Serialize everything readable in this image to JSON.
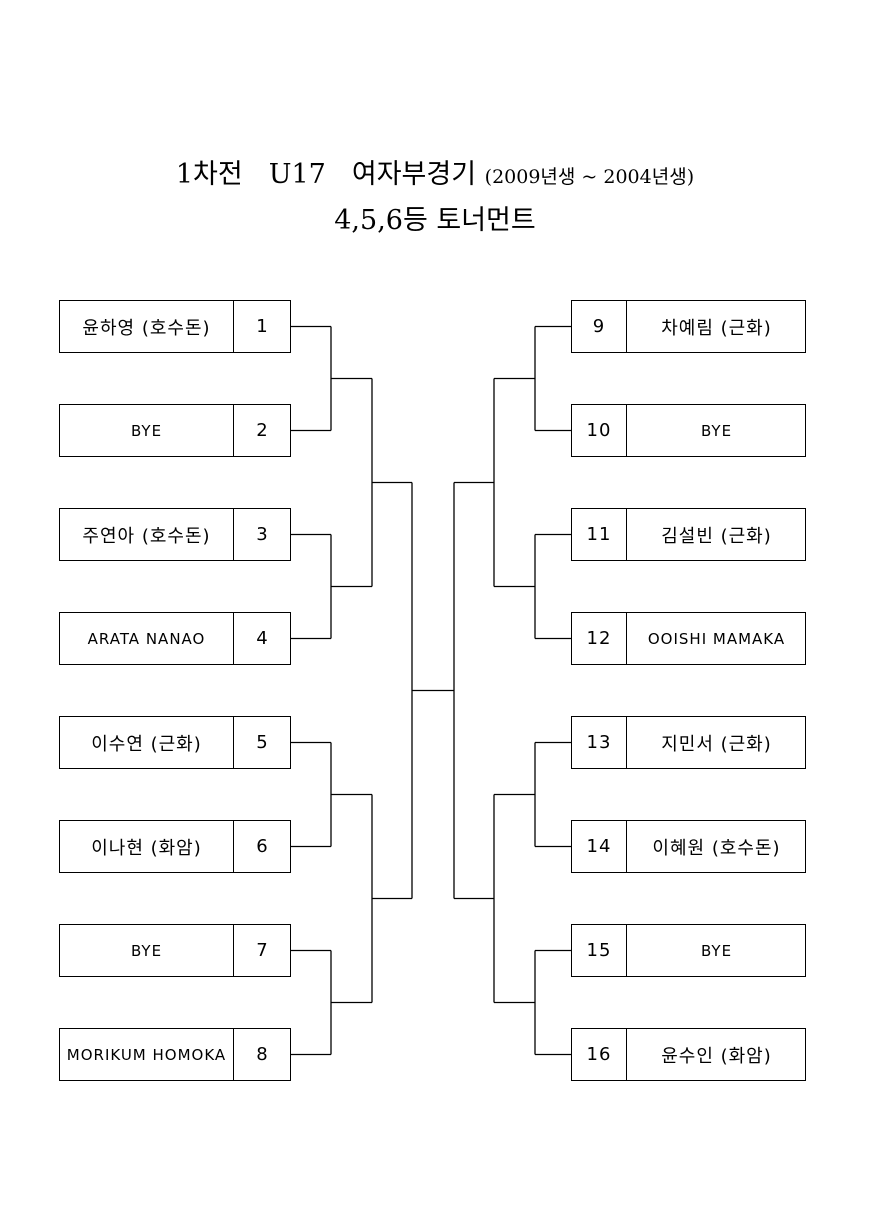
{
  "title": {
    "line1_main": [
      "1차전",
      "U17",
      "여자부경기"
    ],
    "line1_years": "(2009년생 ~ 2004년생)",
    "line2": "4,5,6등 토너먼트"
  },
  "left_entries": [
    {
      "seed": "1",
      "name": "윤하영 (호수돈)"
    },
    {
      "seed": "2",
      "name": "BYE"
    },
    {
      "seed": "3",
      "name": "주연아 (호수돈)"
    },
    {
      "seed": "4",
      "name": "ARATA NANAO"
    },
    {
      "seed": "5",
      "name": "이수연 (근화)"
    },
    {
      "seed": "6",
      "name": "이나현 (화암)"
    },
    {
      "seed": "7",
      "name": "BYE"
    },
    {
      "seed": "8",
      "name": "MORIKUM HOMOKA"
    }
  ],
  "right_entries": [
    {
      "seed": "9",
      "name": "차예림 (근화)"
    },
    {
      "seed": "10",
      "name": "BYE"
    },
    {
      "seed": "11",
      "name": "김설빈 (근화)"
    },
    {
      "seed": "12",
      "name": "OOISHI MAMAKA"
    },
    {
      "seed": "13",
      "name": "지민서 (근화)"
    },
    {
      "seed": "14",
      "name": "이혜원 (호수돈)"
    },
    {
      "seed": "15",
      "name": "BYE"
    },
    {
      "seed": "16",
      "name": "윤수인 (화암)"
    }
  ]
}
